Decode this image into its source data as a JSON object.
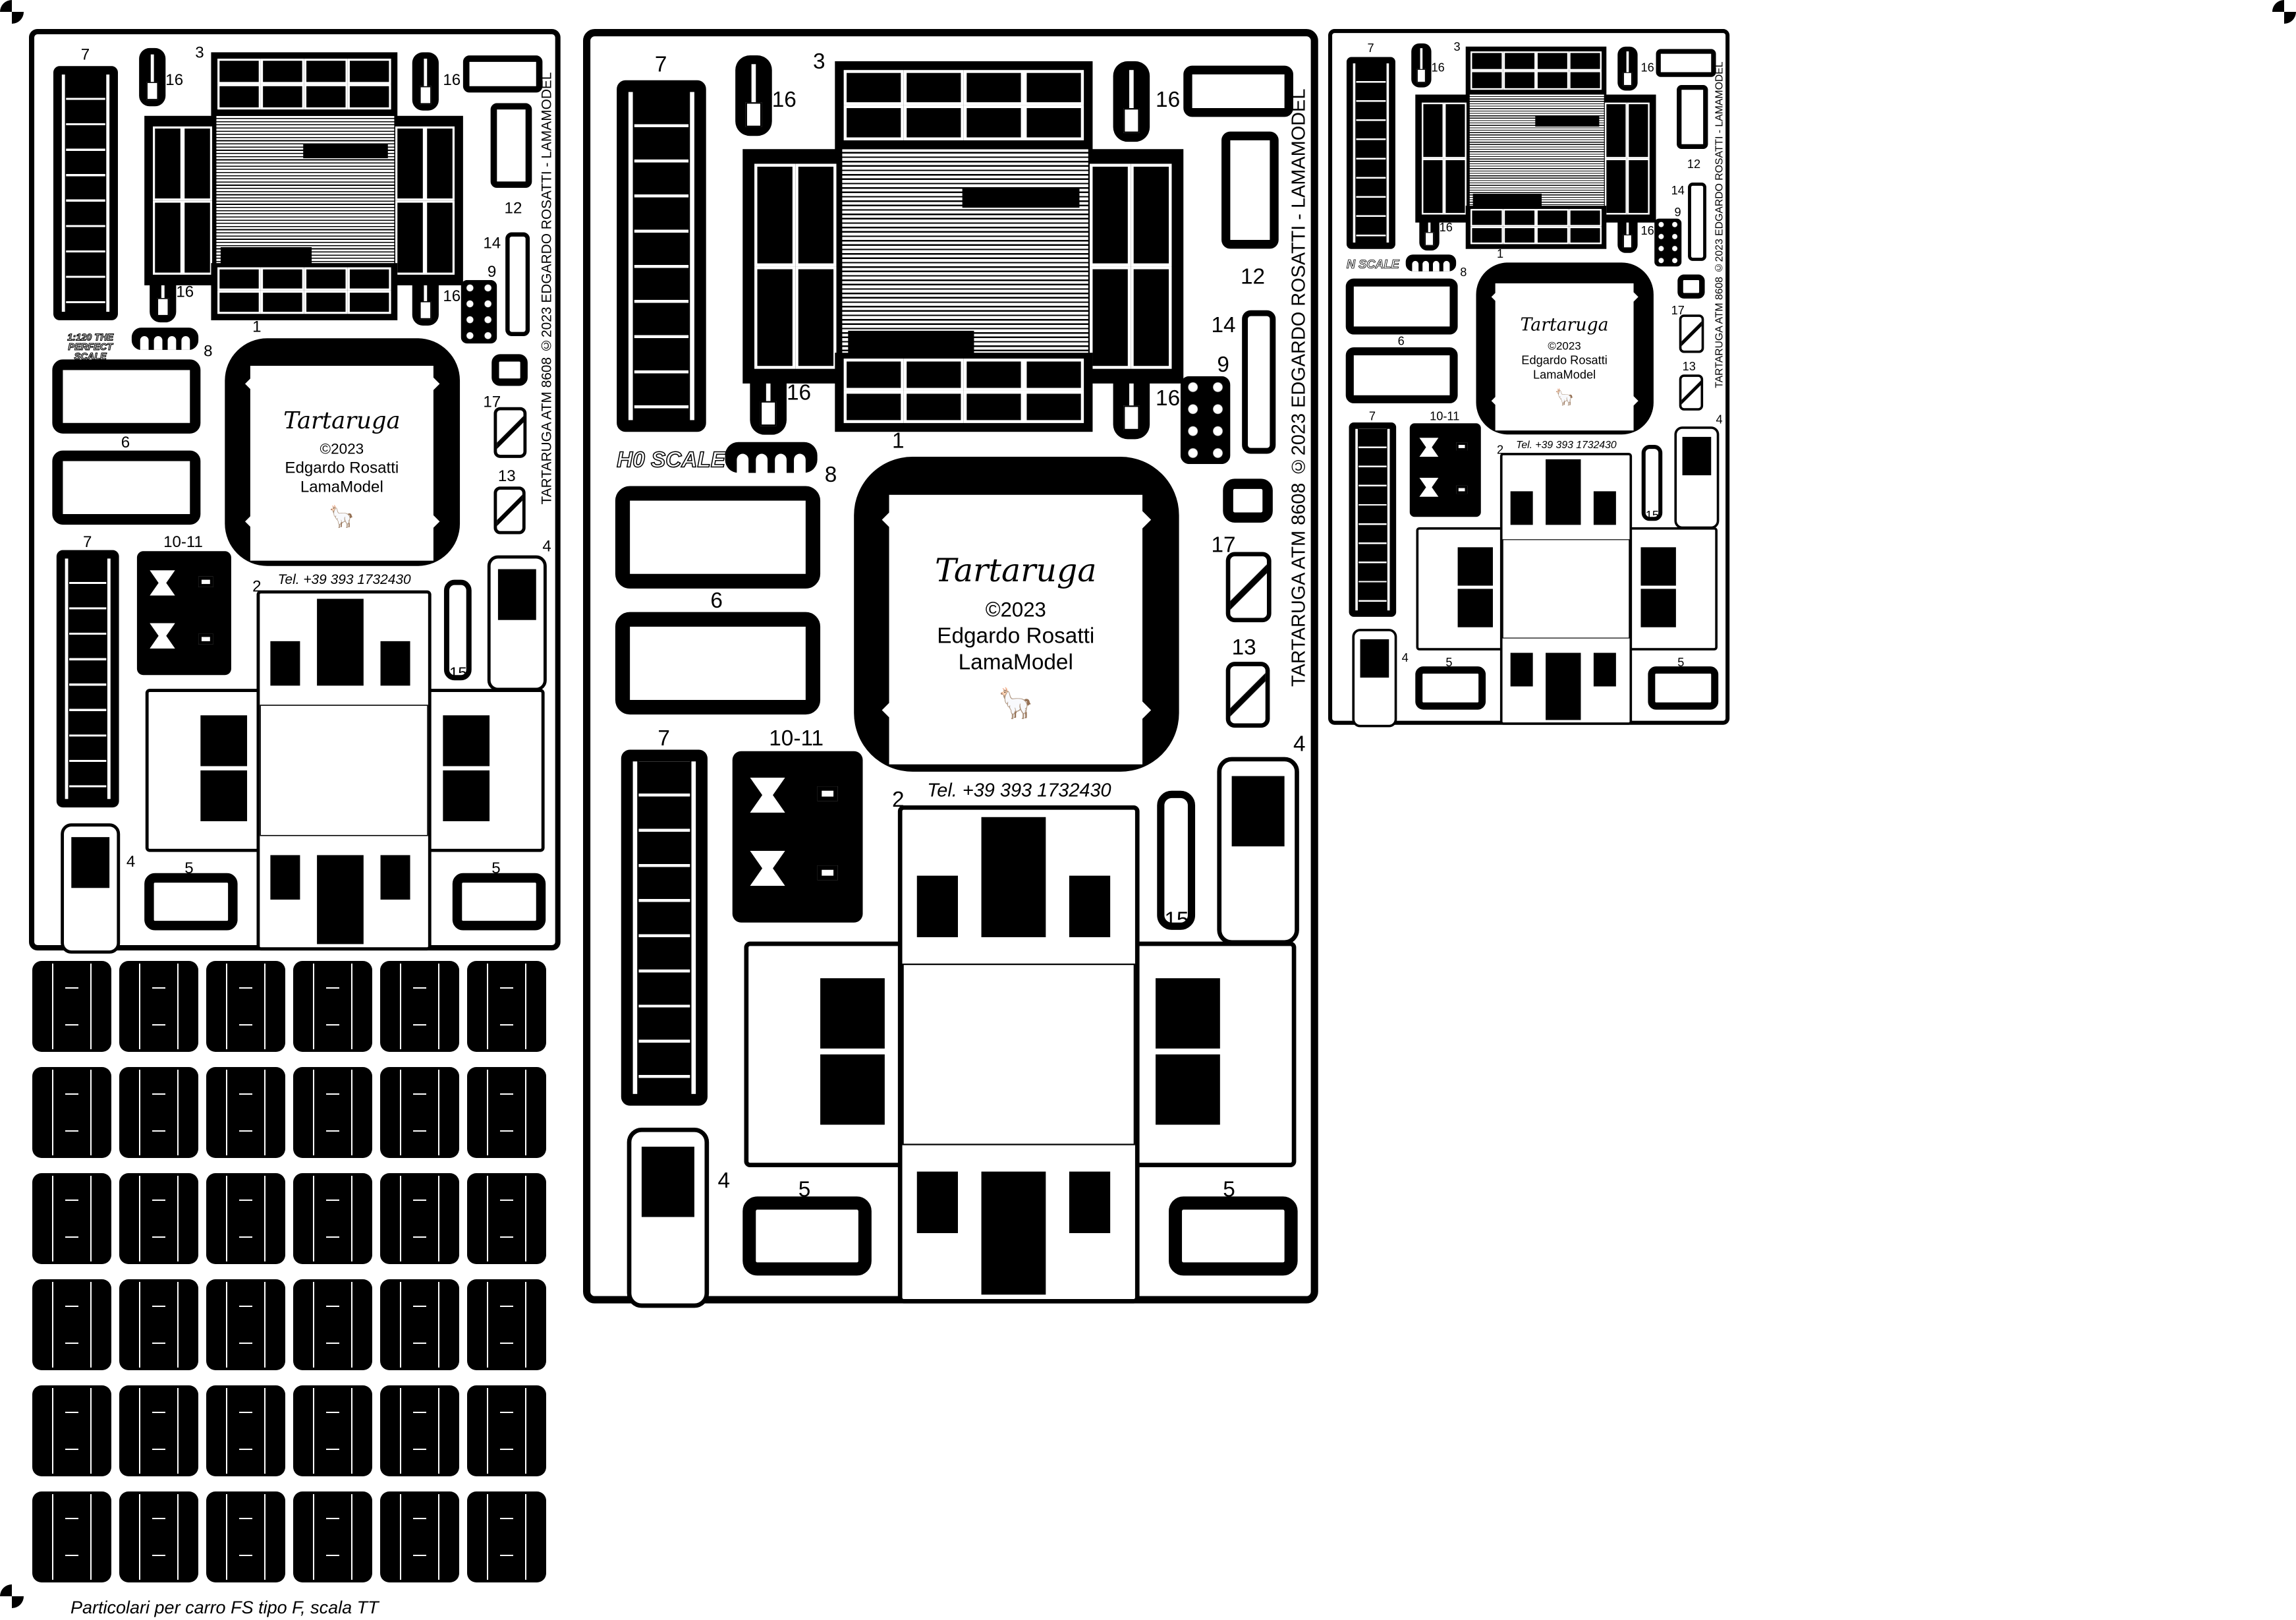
{
  "part_labels": {
    "p1": "1",
    "p2": "2",
    "p3": "3",
    "p4": "4",
    "p5": "5",
    "p6": "6",
    "p7": "7",
    "p8": "8",
    "p9": "9",
    "p10_11": "10-11",
    "p12": "12",
    "p13": "13",
    "p14": "14",
    "p15": "15",
    "p16": "16",
    "p17": "17"
  },
  "plates": [
    {
      "name": "TT",
      "scale_label": "1:120 THE PERFECT SCALE"
    },
    {
      "name": "H0",
      "scale_label": "H0 SCALE"
    },
    {
      "name": "N",
      "scale_label": "N SCALE"
    }
  ],
  "nameplate": {
    "title": "Tartaruga",
    "copyright": "©2023",
    "author": "Edgardo Rosatti",
    "brand": "LamaModel"
  },
  "phone": "Tel. +39 393 1732430",
  "side_text": "TARTARUGA ATM 8608 ©2023 EDGARDO ROSATTI - LAMAMODEL",
  "caption": "Particolari per carro FS tipo F, scala TT",
  "tile_grid": {
    "rows": 6,
    "cols": 6
  }
}
